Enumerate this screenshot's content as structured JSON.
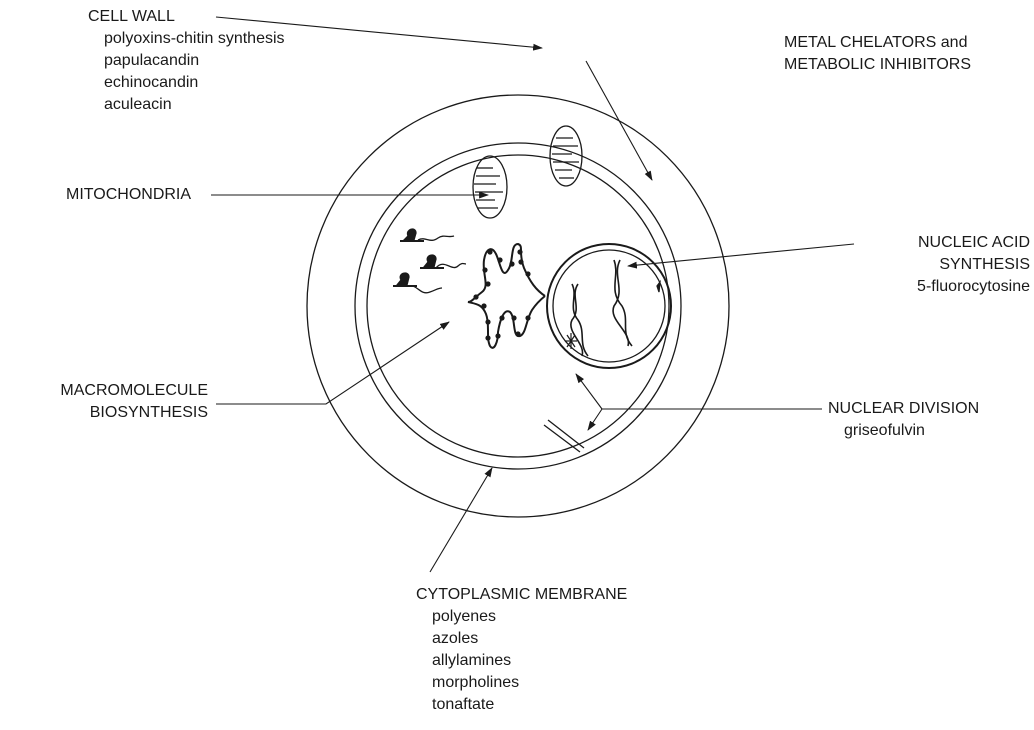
{
  "labels": {
    "cell_wall": {
      "title": "CELL WALL",
      "items": [
        "polyoxins-chitin synthesis",
        "papulacandin",
        "echinocandin",
        "aculeacin"
      ]
    },
    "metal_chelators": {
      "line1": "METAL CHELATORS and",
      "line2": "METABOLIC INHIBITORS"
    },
    "mitochondria": {
      "title": "MITOCHONDRIA"
    },
    "nucleic_acid": {
      "line1": "NUCLEIC ACID",
      "line2": "SYNTHESIS",
      "drug": "5-fluorocytosine"
    },
    "macromolecule": {
      "line1": "MACROMOLECULE",
      "line2": "BIOSYNTHESIS"
    },
    "nuclear_division": {
      "title": "NUCLEAR DIVISION",
      "drug": "griseofulvin"
    },
    "cytoplasmic_membrane": {
      "title": "CYTOPLASMIC MEMBRANE",
      "items": [
        "polyenes",
        "azoles",
        "allylamines",
        "morpholines",
        "tonaftate"
      ]
    }
  },
  "colors": {
    "ink": "#1a1a1a",
    "background": "#ffffff"
  }
}
